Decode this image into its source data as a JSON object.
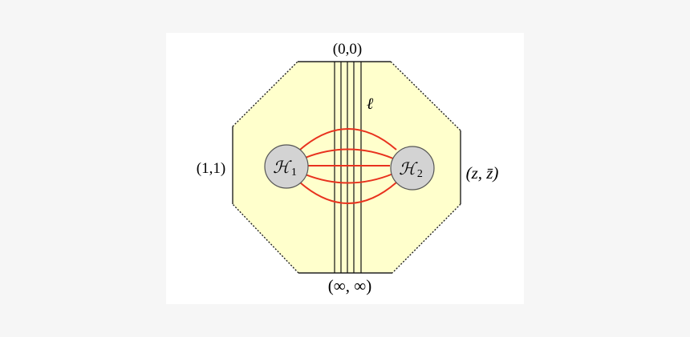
{
  "labels": {
    "top": "(0,0)",
    "left": "(1,1)",
    "right": "(z, z̄)",
    "bottom": "(∞, ∞)",
    "ell": "ℓ"
  },
  "nodes": {
    "h1": {
      "symbol": "ℋ",
      "subscript": "1"
    },
    "h2": {
      "symbol": "ℋ",
      "subscript": "2"
    }
  },
  "colors": {
    "page_background": "#f6f6f6",
    "card_background": "#ffffff",
    "octagon_fill": "#ffffcc",
    "arc": "#e8321e",
    "node_fill": "#d3d3d3"
  }
}
